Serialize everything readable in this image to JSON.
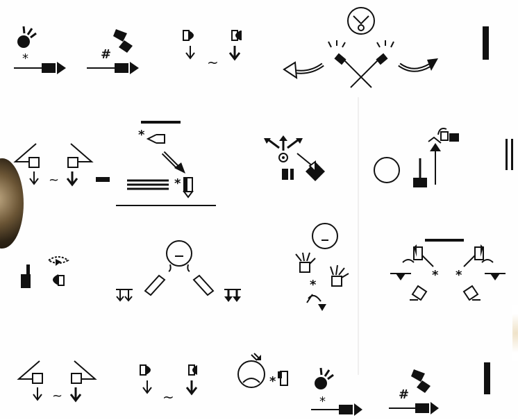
{
  "sheet": {
    "rows": [
      {
        "cells": [
          "sign-1",
          "sign-2",
          "sign-3",
          "sign-4",
          "separator-single"
        ]
      },
      {
        "cells": [
          "sign-5",
          "dash",
          "sign-6",
          "sign-7",
          "sign-8",
          "separator-double"
        ]
      },
      {
        "cells": [
          "sign-9",
          "sign-10",
          "sign-11",
          "sign-12"
        ]
      },
      {
        "cells": [
          "sign-13",
          "sign-14",
          "sign-15",
          "sign-16",
          "separator-single"
        ]
      }
    ],
    "symbols": {
      "star": "*",
      "hash": "#",
      "tilde": "~"
    }
  }
}
